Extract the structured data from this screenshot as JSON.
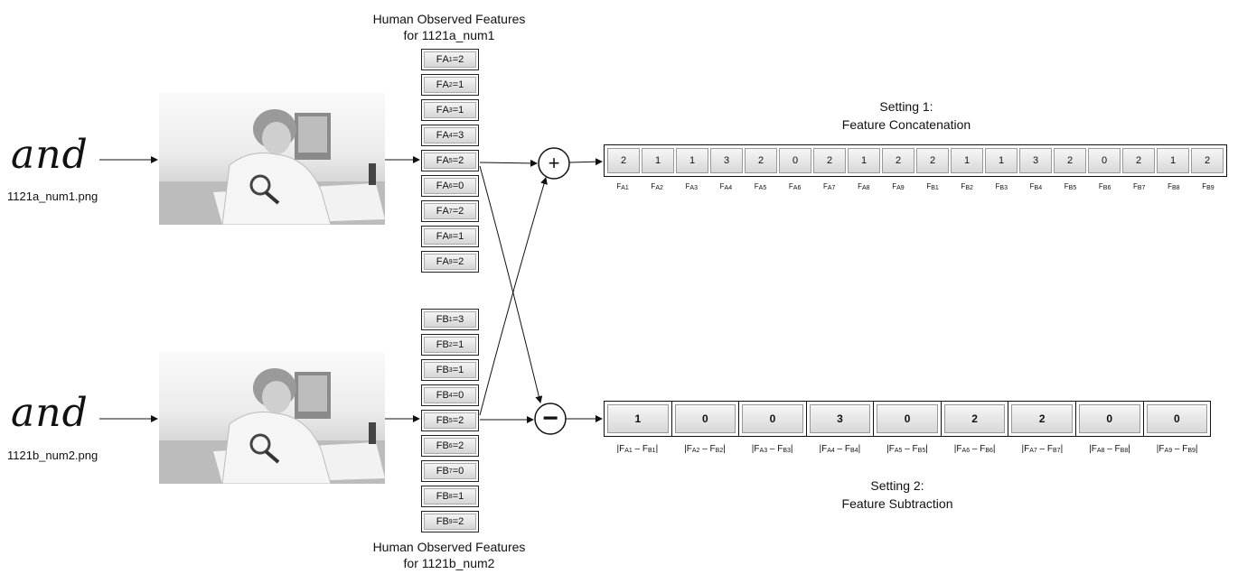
{
  "titles": {
    "top_line1": "Human Observed Features",
    "top_line2": "for 1121a_num1",
    "bottom_line1": "Human Observed Features",
    "bottom_line2": "for 1121b_num2"
  },
  "samples": {
    "a": {
      "word": "and",
      "filename": "1121a_num1.png"
    },
    "b": {
      "word": "and",
      "filename": "1121b_num2.png"
    }
  },
  "features_a": [
    {
      "letter": "A",
      "idx": "1",
      "value": "2"
    },
    {
      "letter": "A",
      "idx": "2",
      "value": "1"
    },
    {
      "letter": "A",
      "idx": "3",
      "value": "1"
    },
    {
      "letter": "A",
      "idx": "4",
      "value": "3"
    },
    {
      "letter": "A",
      "idx": "5",
      "value": "2"
    },
    {
      "letter": "A",
      "idx": "6",
      "value": "0"
    },
    {
      "letter": "A",
      "idx": "7",
      "value": "2"
    },
    {
      "letter": "A",
      "idx": "8",
      "value": "1"
    },
    {
      "letter": "A",
      "idx": "9",
      "value": "2"
    }
  ],
  "features_b": [
    {
      "letter": "B",
      "idx": "1",
      "value": "3"
    },
    {
      "letter": "B",
      "idx": "2",
      "value": "1"
    },
    {
      "letter": "B",
      "idx": "3",
      "value": "1"
    },
    {
      "letter": "B",
      "idx": "4",
      "value": "0"
    },
    {
      "letter": "B",
      "idx": "5",
      "value": "2"
    },
    {
      "letter": "B",
      "idx": "6",
      "value": "2"
    },
    {
      "letter": "B",
      "idx": "7",
      "value": "0"
    },
    {
      "letter": "B",
      "idx": "8",
      "value": "1"
    },
    {
      "letter": "B",
      "idx": "9",
      "value": "2"
    }
  ],
  "operators": {
    "plus": "+",
    "minus": "−"
  },
  "setting1": {
    "line1": "Setting 1:",
    "line2": "Feature Concatenation",
    "values": [
      "2",
      "1",
      "1",
      "3",
      "2",
      "0",
      "2",
      "1",
      "2",
      "2",
      "1",
      "1",
      "3",
      "2",
      "0",
      "2",
      "1",
      "2"
    ],
    "labels": [
      {
        "letter": "A",
        "idx": "1"
      },
      {
        "letter": "A",
        "idx": "2"
      },
      {
        "letter": "A",
        "idx": "3"
      },
      {
        "letter": "A",
        "idx": "4"
      },
      {
        "letter": "A",
        "idx": "5"
      },
      {
        "letter": "A",
        "idx": "6"
      },
      {
        "letter": "A",
        "idx": "7"
      },
      {
        "letter": "A",
        "idx": "8"
      },
      {
        "letter": "A",
        "idx": "9"
      },
      {
        "letter": "B",
        "idx": "1"
      },
      {
        "letter": "B",
        "idx": "2"
      },
      {
        "letter": "B",
        "idx": "3"
      },
      {
        "letter": "B",
        "idx": "4"
      },
      {
        "letter": "B",
        "idx": "5"
      },
      {
        "letter": "B",
        "idx": "6"
      },
      {
        "letter": "B",
        "idx": "7"
      },
      {
        "letter": "B",
        "idx": "8"
      },
      {
        "letter": "B",
        "idx": "9"
      }
    ]
  },
  "setting2": {
    "line1": "Setting 2:",
    "line2": "Feature Subtraction",
    "values": [
      "1",
      "0",
      "0",
      "3",
      "0",
      "2",
      "2",
      "0",
      "0"
    ],
    "labels": [
      "1",
      "2",
      "3",
      "4",
      "5",
      "6",
      "7",
      "8",
      "9"
    ]
  }
}
